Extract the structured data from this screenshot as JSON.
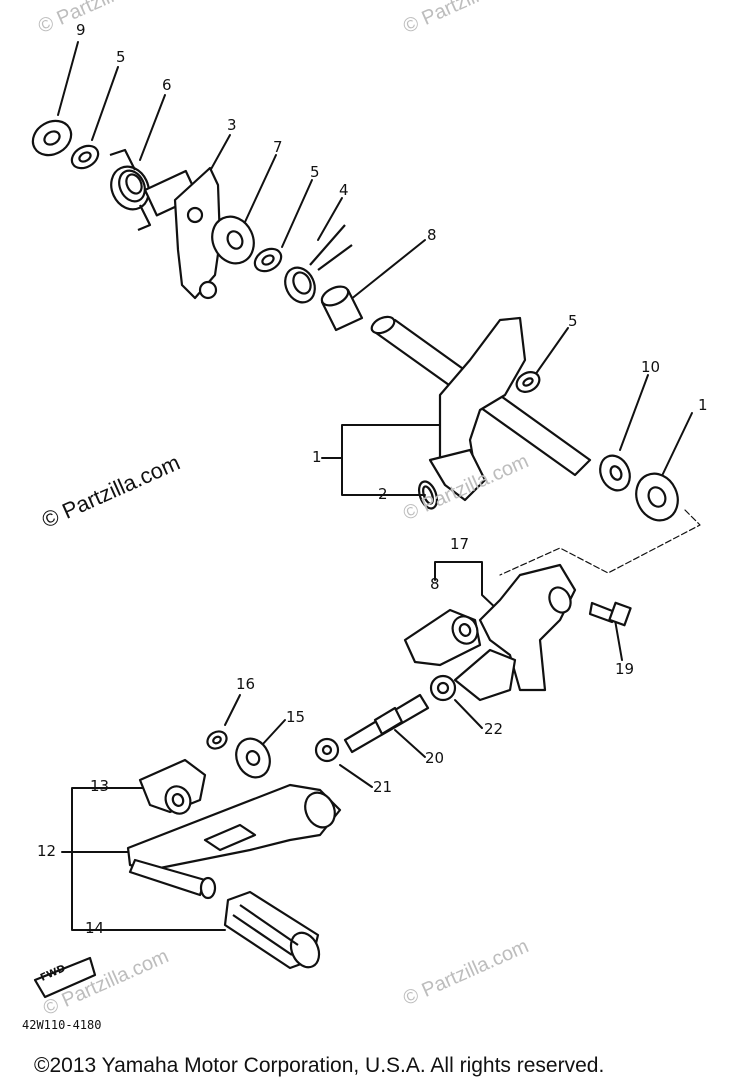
{
  "callouts": {
    "c1": "1",
    "c1b": "1",
    "c2": "2",
    "c3": "3",
    "c4": "4",
    "c5a": "5",
    "c5b": "5",
    "c5c": "5",
    "c6": "6",
    "c7": "7",
    "c8a": "8",
    "c8b": "8",
    "c9": "9",
    "c10": "10",
    "c12": "12",
    "c13": "13",
    "c14": "14",
    "c15": "15",
    "c16": "16",
    "c17": "17",
    "c19": "19",
    "c20": "20",
    "c21": "21",
    "c22": "22"
  },
  "watermarks": {
    "top_left": "© Partzilla.com",
    "top_right": "© Partzilla.com",
    "main": "© Partzilla.com",
    "mid": "© Partzilla.com",
    "lower_right": "© Partzilla.com",
    "bottom": "© Partzilla.com"
  },
  "fwd_marker": "FWD",
  "figure_code": "42W110-4180",
  "copyright": "©2013 Yamaha Motor Corporation, U.S.A. All rights reserved."
}
